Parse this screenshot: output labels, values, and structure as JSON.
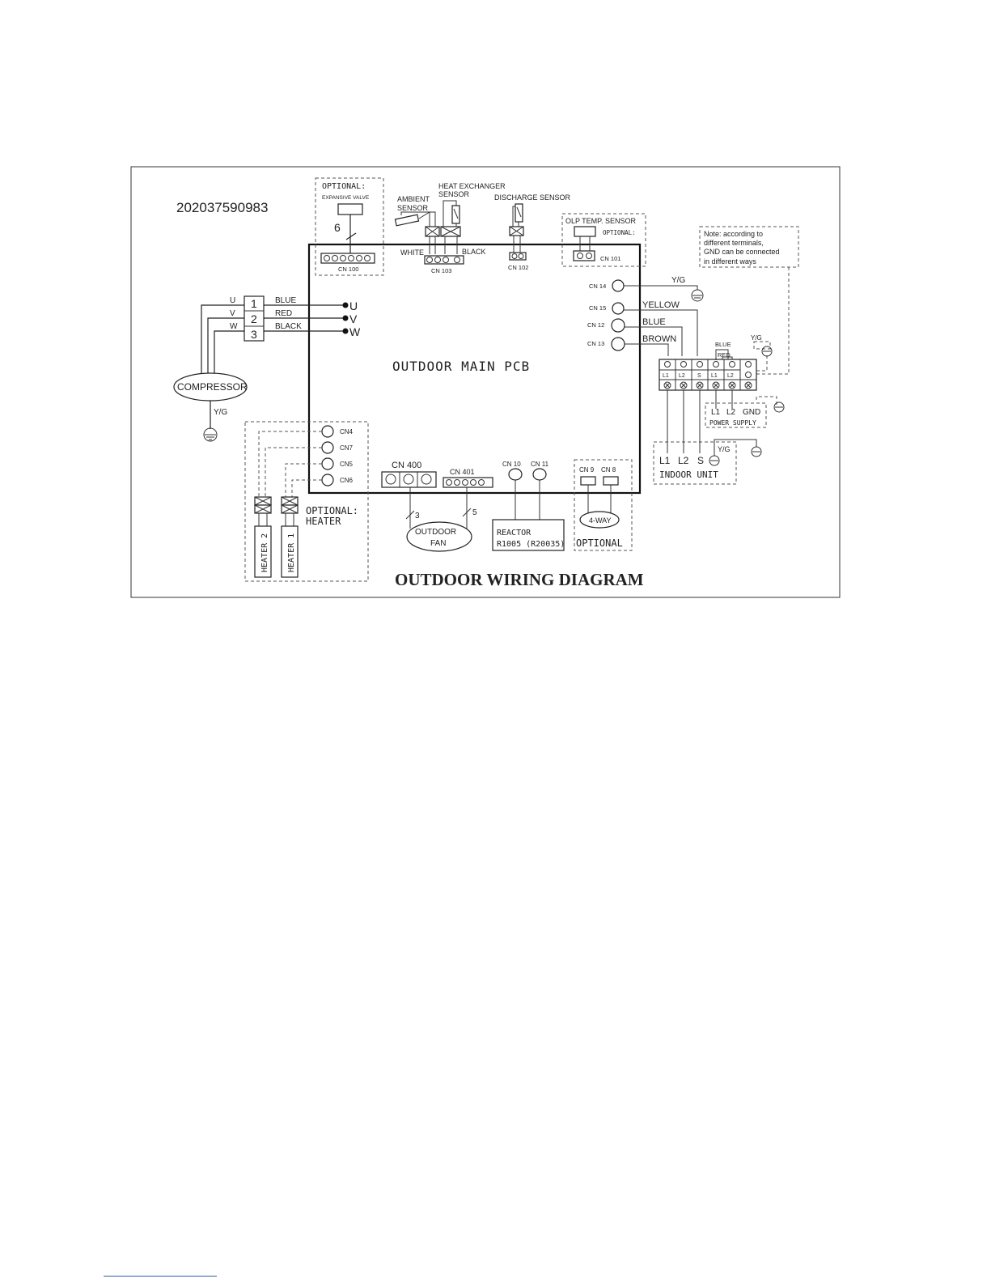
{
  "doc_number": "202037590983",
  "title": "OUTDOOR WIRING DIAGRAM",
  "pcb_label": "OUTDOOR MAIN PCB",
  "expansive_valve": {
    "header": "OPTIONAL:",
    "label": "EXPANSIVE VALVE",
    "wire_count": "6",
    "connector": "CN 100"
  },
  "sensors": {
    "ambient": "AMBIENT SENSOR",
    "heat_exchanger": "HEAT EXCHANGER SENSOR",
    "discharge": "DISCHARGE SENSOR",
    "white": "WHITE",
    "black": "BLACK",
    "cn103": "CN 103",
    "cn102": "CN 102"
  },
  "olp": {
    "label": "OLP TEMP. SENSOR",
    "optional": "OPTIONAL:",
    "connector": "CN 101"
  },
  "note": [
    "Note: according to",
    "different terminals,",
    "GND can be connected",
    "in different ways"
  ],
  "compressor": {
    "label": "COMPRESSOR",
    "ground": "Y/G",
    "phases": [
      "U",
      "V",
      "W"
    ],
    "terminals": [
      "1",
      "2",
      "3"
    ],
    "colors": [
      "BLUE",
      "RED",
      "BLACK"
    ]
  },
  "right_connectors": [
    {
      "cn": "CN 14",
      "wire": "Y/G"
    },
    {
      "cn": "CN 15",
      "wire": "YELLOW"
    },
    {
      "cn": "CN 12",
      "wire": "BLUE"
    },
    {
      "cn": "CN 13",
      "wire": "BROWN"
    }
  ],
  "terminal_block": {
    "labels": [
      "L1",
      "L2",
      "S",
      "L1",
      "L2"
    ],
    "blue": "BLUE",
    "red": "RED",
    "yg": "Y/G"
  },
  "power_supply": {
    "l1": "L1",
    "l2": "L2",
    "gnd": "GND",
    "label": "POWER SUPPLY"
  },
  "indoor_unit": {
    "l1": "L1",
    "l2": "L2",
    "s": "S",
    "yg": "Y/G",
    "label": "INDOOR UNIT"
  },
  "heater": {
    "connectors": [
      "CN4",
      "CN7",
      "CN5",
      "CN6"
    ],
    "optional": "OPTIONAL:",
    "heater_word": "HEATER",
    "heater2": "HEATER 2",
    "heater1": "HEATER 1"
  },
  "fan": {
    "cn400": "CN 400",
    "cn401": "CN 401",
    "count3": "3",
    "count5": "5",
    "label1": "OUTDOOR",
    "label2": "FAN"
  },
  "reactor": {
    "cn10": "CN 10",
    "cn11": "CN 11",
    "label1": "REACTOR",
    "label2": "R1005 (R20035)"
  },
  "fourway": {
    "cn9": "CN 9",
    "cn8": "CN 8",
    "label": "4-WAY",
    "optional": "OPTIONAL"
  }
}
